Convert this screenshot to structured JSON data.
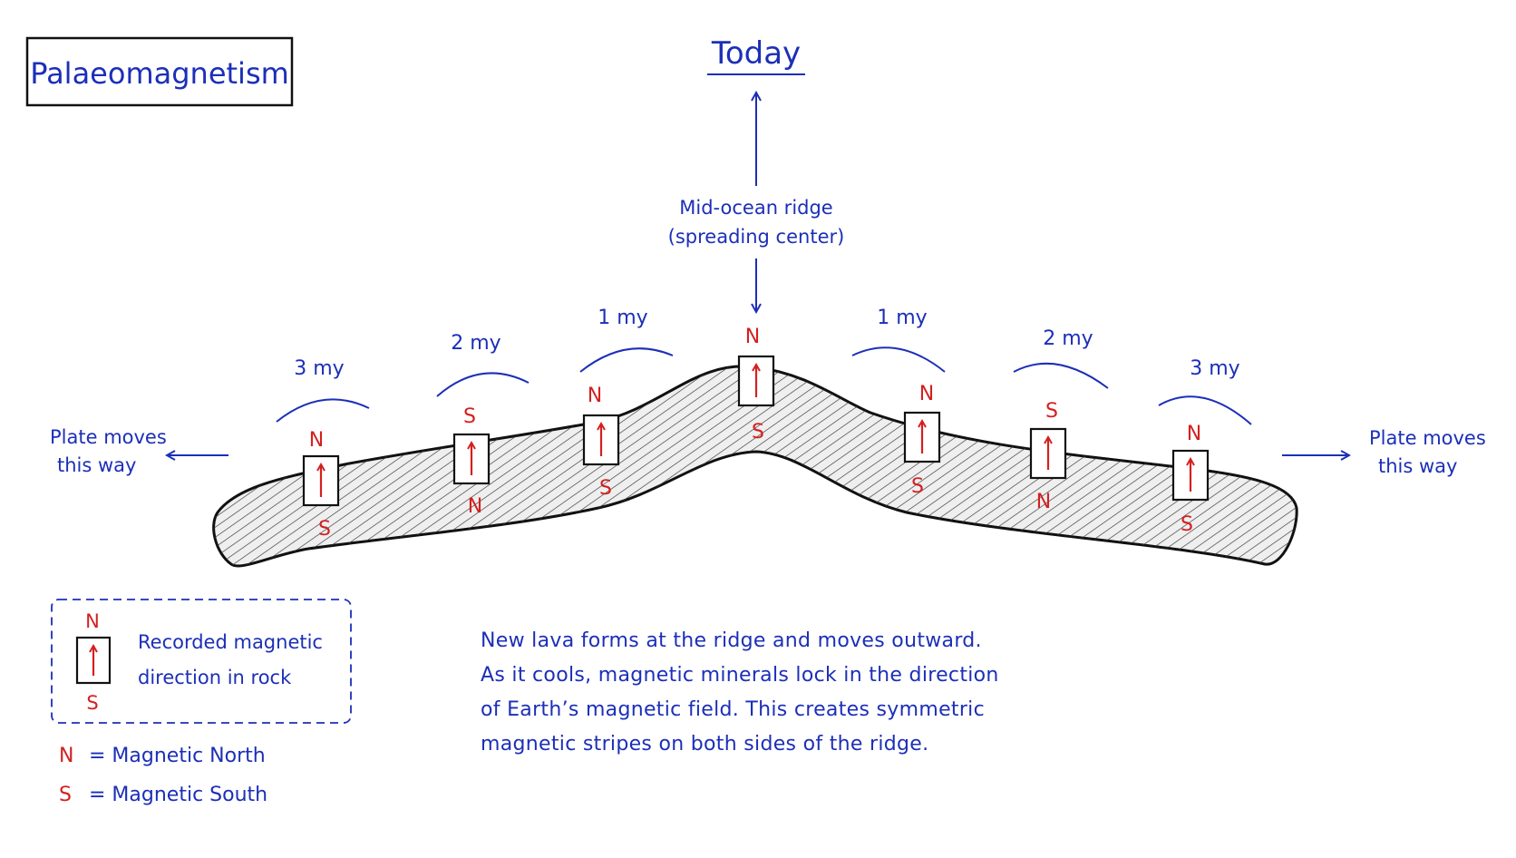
{
  "title": "Palaeomagnetism",
  "today_label": "Today",
  "ridge_label": {
    "line1": "Mid-ocean ridge",
    "line2": "(spreading center)"
  },
  "plate_left": {
    "line1": "Plate moves",
    "line2": "this way"
  },
  "plate_right": {
    "line1": "Plate moves",
    "line2": "this way"
  },
  "ages": [
    "3 my",
    "2 my",
    "1 my",
    "1 my",
    "2 my",
    "3 my"
  ],
  "magnets": [
    {
      "top": "N",
      "bottom": "S"
    },
    {
      "top": "S",
      "bottom": "N"
    },
    {
      "top": "N",
      "bottom": "S"
    },
    {
      "top": "N",
      "bottom": "S"
    },
    {
      "top": "N",
      "bottom": "S"
    },
    {
      "top": "S",
      "bottom": "N"
    },
    {
      "top": "N",
      "bottom": "S"
    }
  ],
  "legend": {
    "top": "N",
    "bottom": "S",
    "line1": "Recorded magnetic",
    "line2": "direction in rock",
    "n_key": "N",
    "n_text": "= Magnetic North",
    "s_key": "S",
    "s_text": "= Magnetic South"
  },
  "paragraph": [
    "New lava forms at the ridge and moves outward.",
    "As it cools, magnetic minerals lock in the direction",
    "of Earth’s magnetic field. This creates symmetric",
    "magnetic stripes on both sides of the ridge."
  ],
  "colors": {
    "ink": "#111111",
    "blue": "#1c2fb8",
    "red": "#d42020",
    "rock": "#efefef"
  }
}
